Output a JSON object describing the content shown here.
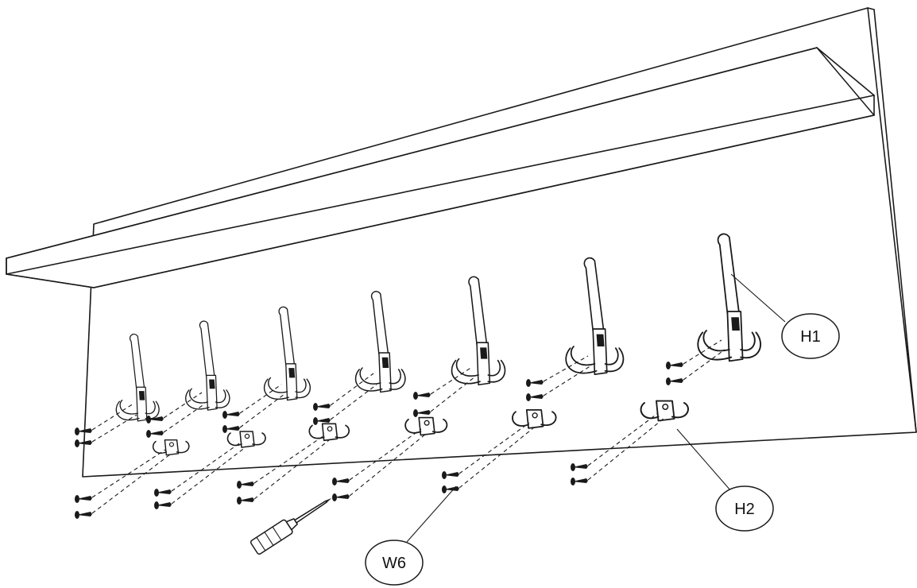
{
  "callouts": {
    "h1": "H1",
    "h2": "H2",
    "w6": "W6"
  }
}
